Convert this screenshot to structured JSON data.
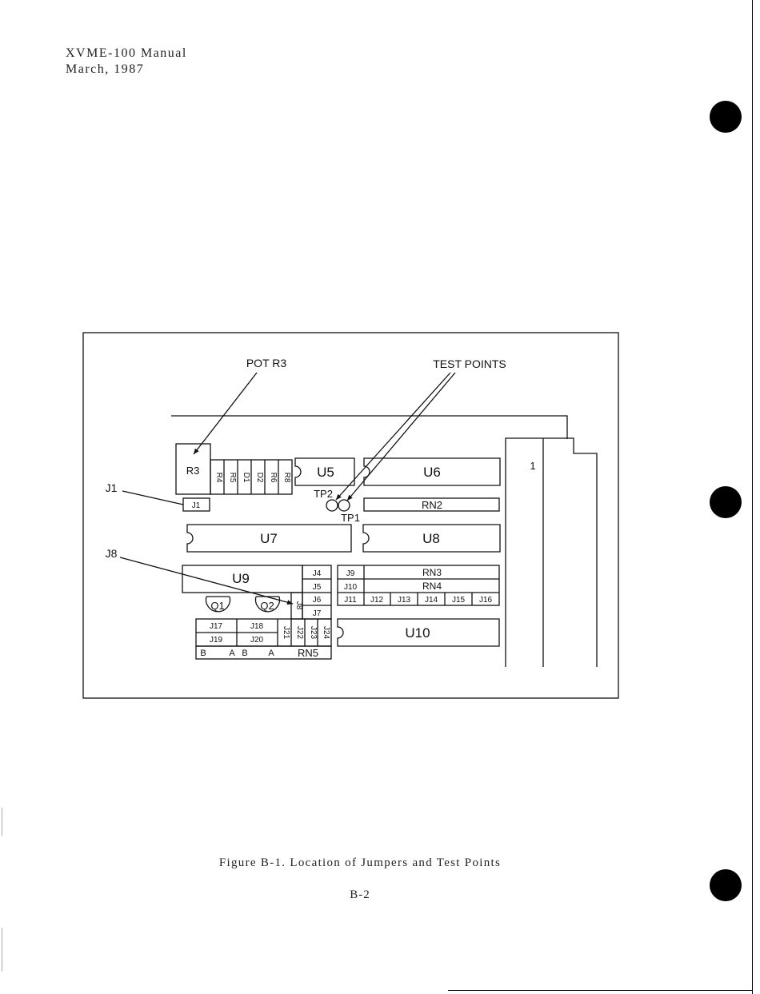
{
  "header": {
    "line1": "XVME-100 Manual",
    "line2": "March, 1987"
  },
  "diagram": {
    "callouts": {
      "pot": "POT R3",
      "test_points": "TEST POINTS",
      "j1": "J1",
      "j8": "J8"
    },
    "components": {
      "r3": "R3",
      "r4": "R4",
      "r5": "R5",
      "d1": "D1",
      "d2": "D2",
      "r6": "R6",
      "r8": "R8",
      "u5": "U5",
      "u6": "U6",
      "tp1": "TP1",
      "tp2": "TP2",
      "rn2": "RN2",
      "j1_box": "J1",
      "u7": "U7",
      "u8": "U8",
      "u9": "U9",
      "j4": "J4",
      "j5": "J5",
      "j6": "J6",
      "j7": "J7",
      "j8_box": "J8",
      "j9": "J9",
      "j10": "J10",
      "rn3": "RN3",
      "rn4": "RN4",
      "j11": "J11",
      "j12": "J12",
      "j13": "J13",
      "j14": "J14",
      "j15": "J15",
      "j16": "J16",
      "q1": "Q1",
      "q2": "Q2",
      "j17": "J17",
      "j18": "J18",
      "j19": "J19",
      "j20": "J20",
      "j21": "J21",
      "j22": "J22",
      "j23": "J23",
      "j24": "J24",
      "u10": "U10",
      "rn5": "RN5",
      "rn5_b1": "B",
      "rn5_a1": "A",
      "rn5_b2": "B",
      "rn5_a2": "A",
      "connector_pin": "1"
    }
  },
  "caption": "Figure B-1.  Location of Jumpers and Test Points",
  "page_number": "B-2"
}
